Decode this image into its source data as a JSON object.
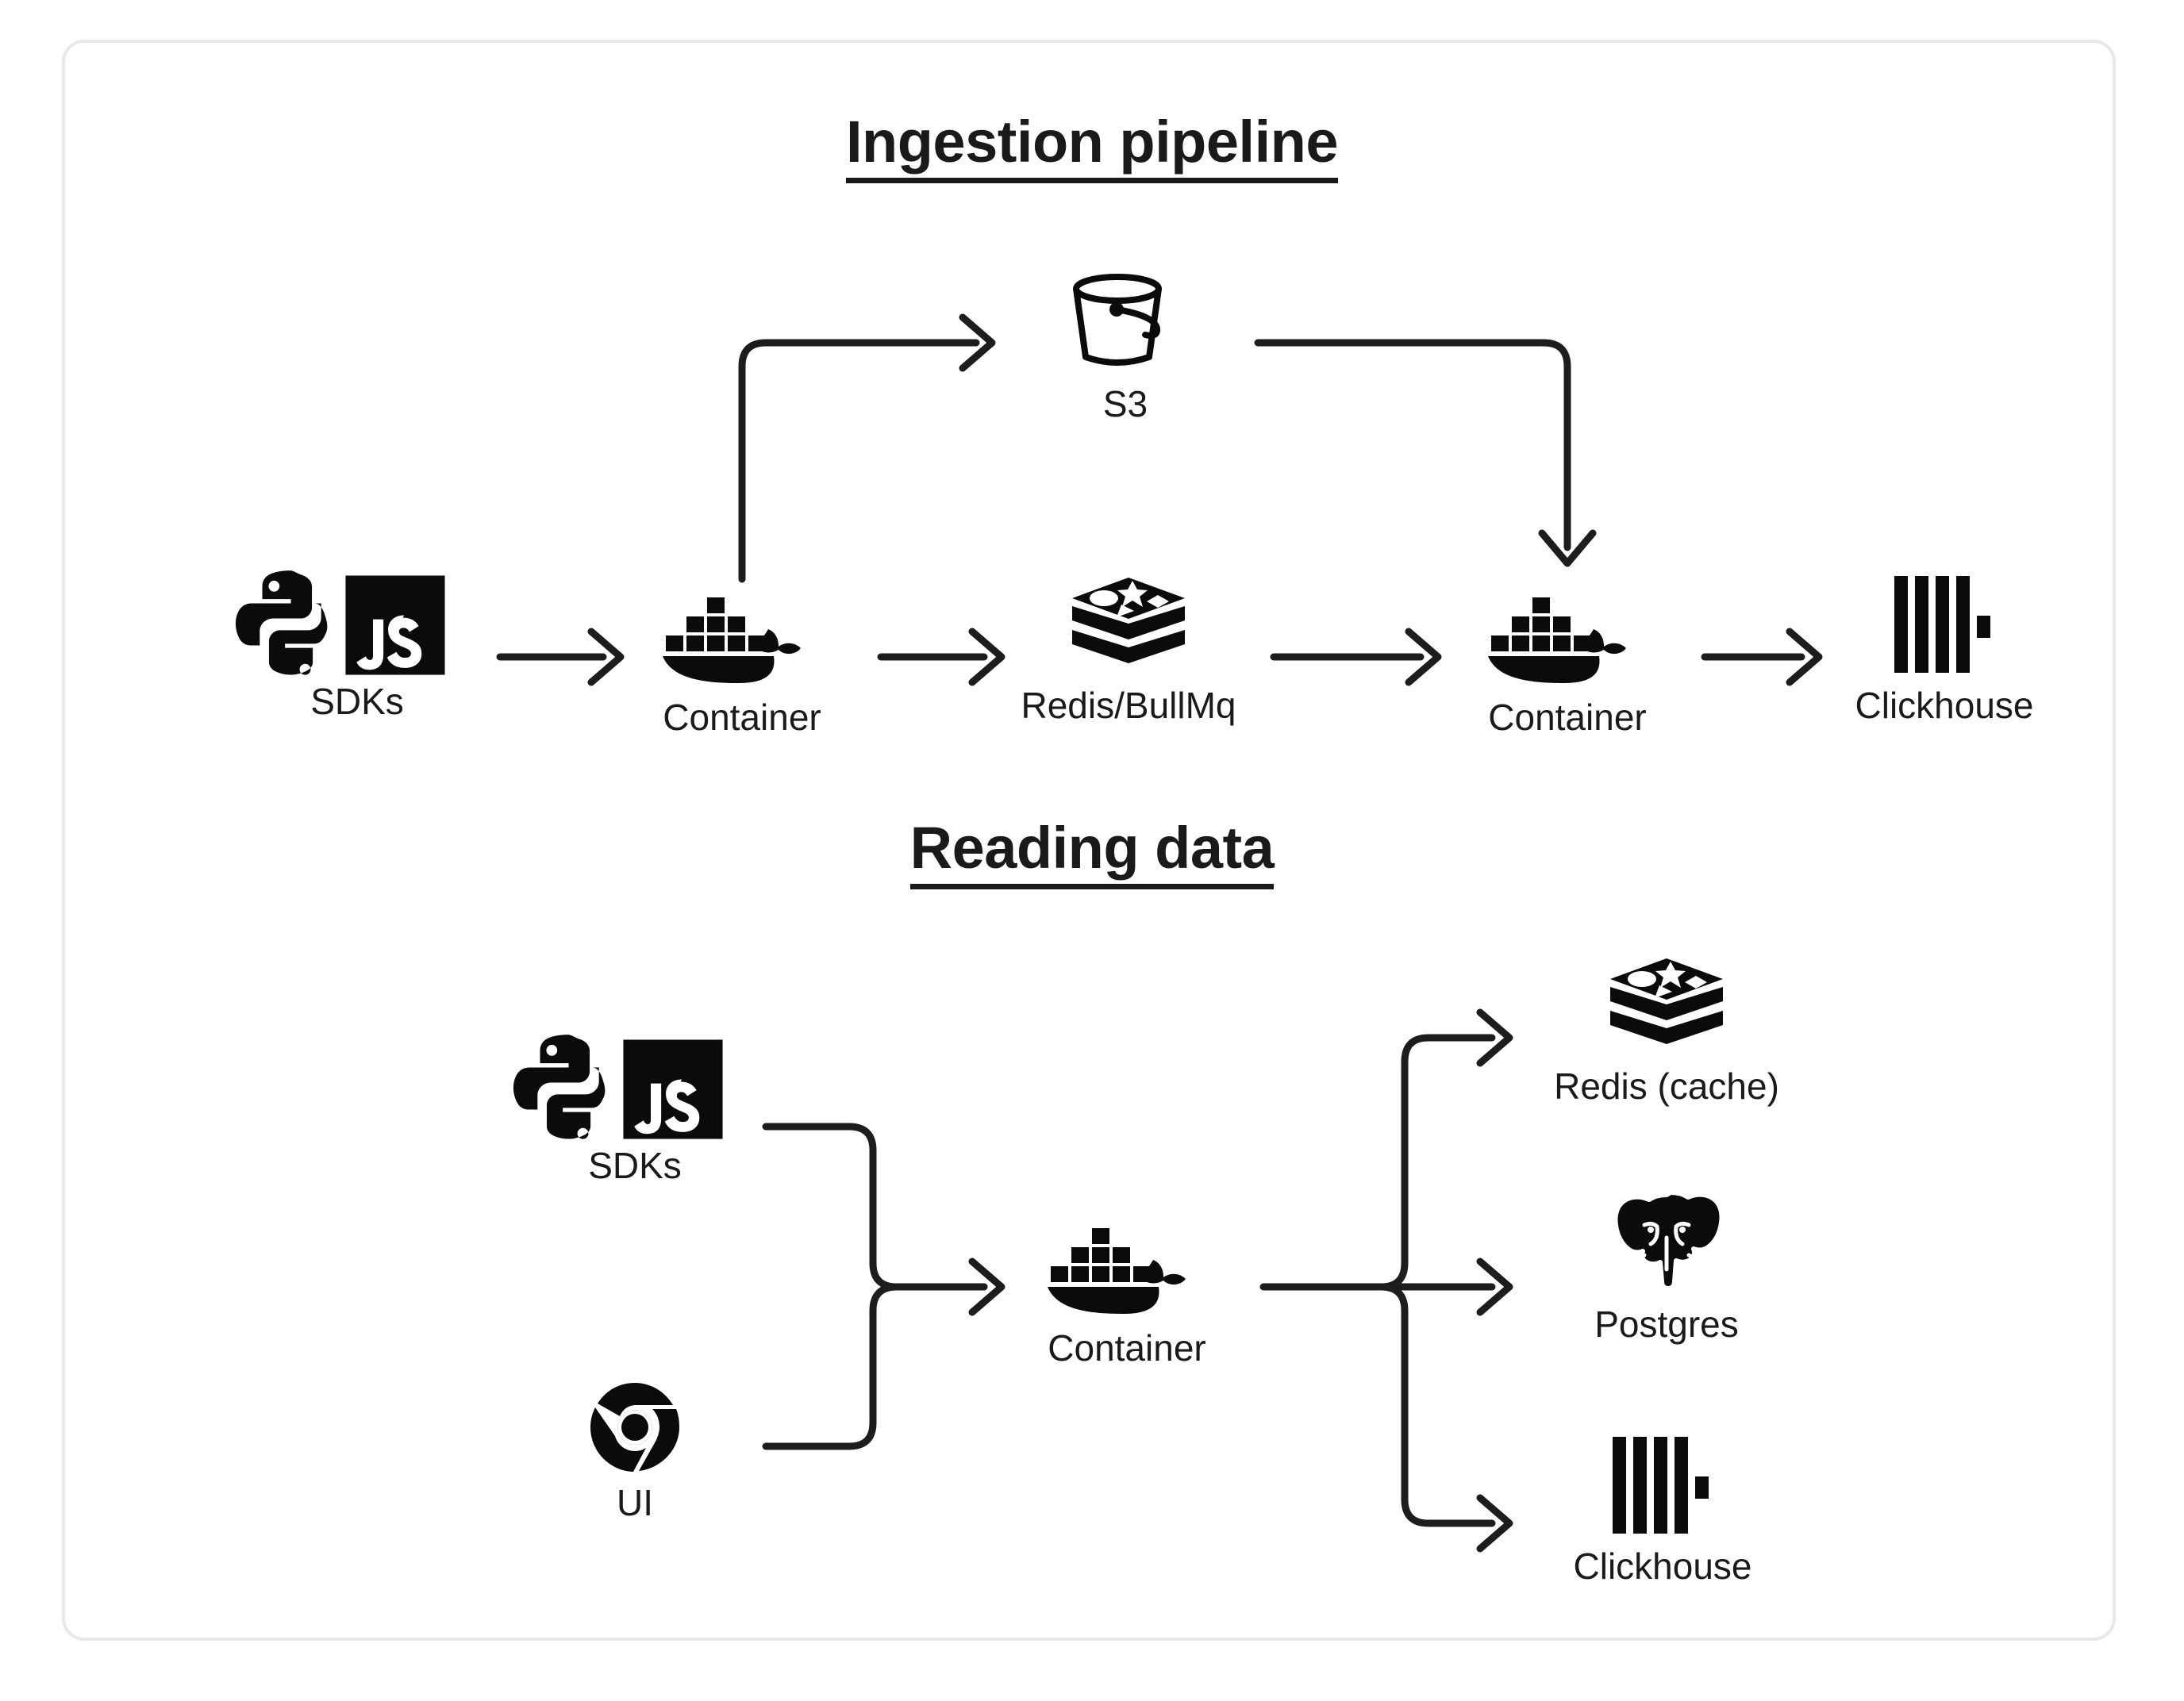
{
  "card": {
    "border_color": "#e8e8e8",
    "background": "#ffffff"
  },
  "ink_color": "#1a1a1a",
  "sections": [
    {
      "id": "ingestion",
      "title": "Ingestion pipeline",
      "nodes": [
        {
          "id": "sdks-top",
          "label": "SDKs",
          "icon": "python-js-sdks-icon"
        },
        {
          "id": "container-1",
          "label": "Container",
          "icon": "docker-whale-icon"
        },
        {
          "id": "s3",
          "label": "S3",
          "icon": "s3-bucket-icon"
        },
        {
          "id": "redis-bullmq",
          "label": "Redis/BullMq",
          "icon": "redis-stack-icon"
        },
        {
          "id": "container-2",
          "label": "Container",
          "icon": "docker-whale-icon"
        },
        {
          "id": "clickhouse-top",
          "label": "Clickhouse",
          "icon": "clickhouse-bars-icon"
        }
      ],
      "edges": [
        {
          "from": "sdks-top",
          "to": "container-1",
          "kind": "straight-right"
        },
        {
          "from": "container-1",
          "to": "s3",
          "kind": "up-then-right"
        },
        {
          "from": "container-1",
          "to": "redis-bullmq",
          "kind": "straight-right"
        },
        {
          "from": "s3",
          "to": "container-2",
          "kind": "right-then-down"
        },
        {
          "from": "redis-bullmq",
          "to": "container-2",
          "kind": "straight-right"
        },
        {
          "from": "container-2",
          "to": "clickhouse-top",
          "kind": "straight-right"
        }
      ]
    },
    {
      "id": "reading",
      "title": "Reading data",
      "nodes": [
        {
          "id": "sdks-bottom",
          "label": "SDKs",
          "icon": "python-js-sdks-icon"
        },
        {
          "id": "ui",
          "label": "UI",
          "icon": "chrome-browser-icon"
        },
        {
          "id": "container-3",
          "label": "Container",
          "icon": "docker-whale-icon"
        },
        {
          "id": "redis-cache",
          "label": "Redis (cache)",
          "icon": "redis-stack-icon"
        },
        {
          "id": "postgres",
          "label": "Postgres",
          "icon": "postgres-elephant-icon"
        },
        {
          "id": "clickhouse-bottom",
          "label": "Clickhouse",
          "icon": "clickhouse-bars-icon"
        }
      ],
      "edges": [
        {
          "from": "sdks-bottom",
          "to": "container-3",
          "kind": "merge-from-above"
        },
        {
          "from": "ui",
          "to": "container-3",
          "kind": "merge-from-below"
        },
        {
          "from": "container-3",
          "to": "redis-cache",
          "kind": "branch-up"
        },
        {
          "from": "container-3",
          "to": "postgres",
          "kind": "branch-straight"
        },
        {
          "from": "container-3",
          "to": "clickhouse-bottom",
          "kind": "branch-down"
        }
      ]
    }
  ]
}
